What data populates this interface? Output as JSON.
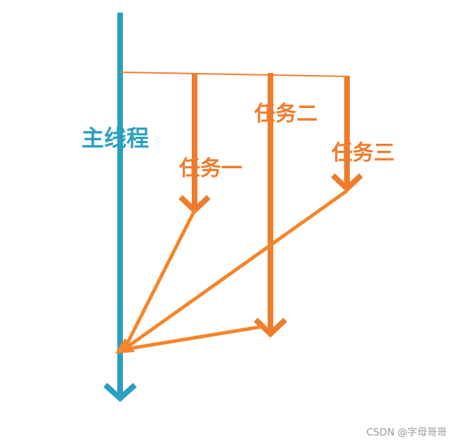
{
  "colors": {
    "main_thread": "#2a9fc0",
    "task": "#ef7c2d",
    "join": "#f5852a",
    "watermark": "#9a9a9a"
  },
  "labels": {
    "main_thread": "主线程",
    "task_1": "任务一",
    "task_2": "任务二",
    "task_3": "任务三"
  },
  "watermark": "CSDN @字母哥哥"
}
